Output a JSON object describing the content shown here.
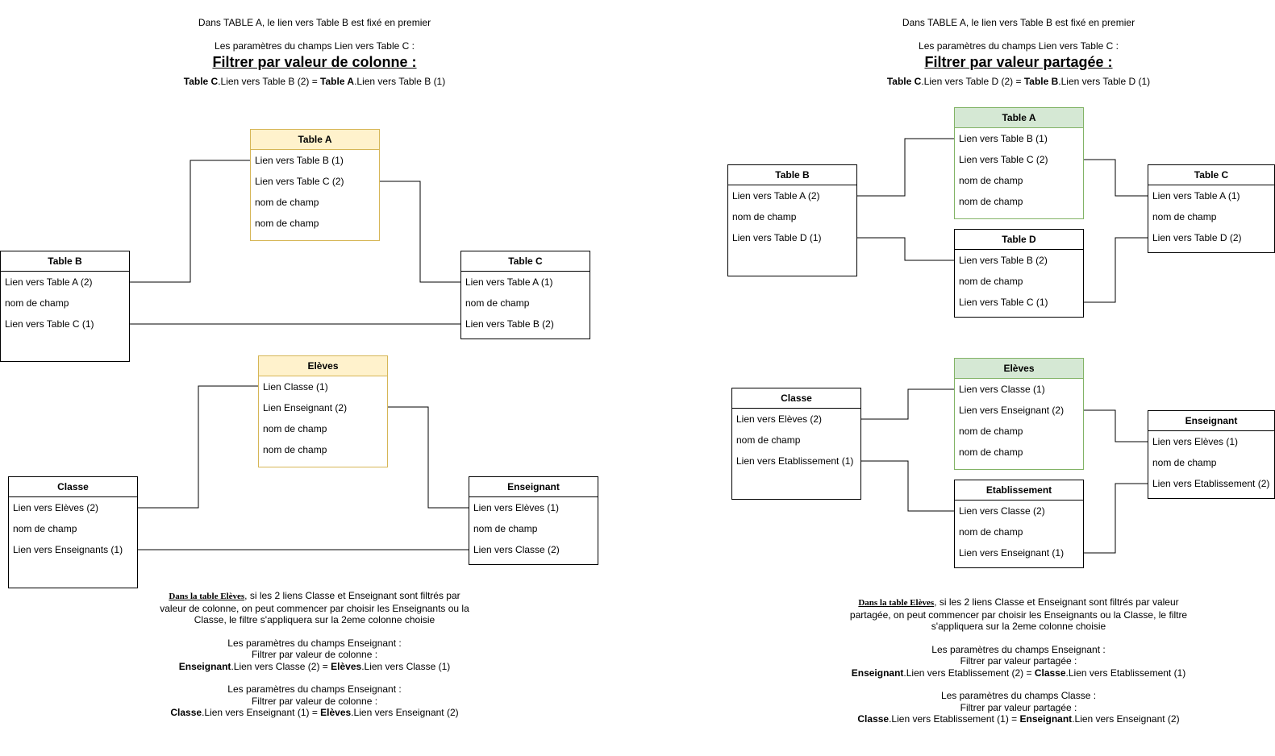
{
  "left": {
    "top_text": {
      "line1": "Dans TABLE A, le lien vers Table B est fixé en premier",
      "line2": "Les paramètres du champs Lien vers Table C :",
      "heading": "Filtrer par valeur de colonne :",
      "formula_b1": "Table C",
      "formula_t1": ".Lien vers Table B (2) = ",
      "formula_b2": "Table A",
      "formula_t2": ".Lien vers Table B (1)"
    },
    "table_a": {
      "title": "Table A",
      "rows": [
        "Lien vers Table B (1)",
        "Lien vers Table C (2)",
        "nom de champ",
        "nom de champ"
      ]
    },
    "table_b": {
      "title": "Table B",
      "rows": [
        "Lien vers Table A (2)",
        "nom de champ",
        "Lien vers Table C (1)"
      ]
    },
    "table_c": {
      "title": "Table C",
      "rows": [
        "Lien vers Table A (1)",
        "nom de champ",
        "Lien vers Table B (2)"
      ]
    },
    "eleves": {
      "title": "Elèves",
      "rows": [
        "Lien Classe (1)",
        "Lien Enseignant (2)",
        "nom de champ",
        "nom de champ"
      ]
    },
    "classe": {
      "title": "Classe",
      "rows": [
        "Lien vers Elèves (2)",
        "nom de champ",
        "Lien vers Enseignants (1)"
      ]
    },
    "enseignant": {
      "title": "Enseignant",
      "rows": [
        "Lien vers Elèves (1)",
        "nom de champ",
        "Lien vers Classe (2)"
      ]
    },
    "note": {
      "intro_bold": "Dans la table Elèves",
      "intro_l1": ", si les 2 liens Classe et Enseignant sont filtrés par",
      "intro_l2": "valeur de colonne, on peut commencer par choisir les Enseignants ou la",
      "intro_l3": "Classe, le filtre s'appliquera sur la 2eme colonne choisie",
      "p1_l1": "Les paramètres du champs Enseignant :",
      "p1_l2": "Filtrer par valeur de colonne :",
      "p1_b1": "Enseignant",
      "p1_t1": ".Lien vers Classe (2) = ",
      "p1_b2": "Elèves",
      "p1_t2": ".Lien vers Classe (1)",
      "p2_l1": "Les paramètres du champs Enseignant :",
      "p2_l2": "Filtrer par valeur de colonne :",
      "p2_b1": "Classe",
      "p2_t1": ".Lien vers Enseignant (1) = ",
      "p2_b2": "Elèves",
      "p2_t2": ".Lien vers Enseignant (2)"
    }
  },
  "right": {
    "top_text": {
      "line1": "Dans TABLE A, le lien vers Table B est fixé en premier",
      "line2": "Les paramètres du champs Lien vers Table C :",
      "heading": "Filtrer par valeur partagée :",
      "formula_b1": "Table C",
      "formula_t1": ".Lien vers Table D (2) = ",
      "formula_b2": "Table B",
      "formula_t2": ".Lien vers Table D (1)"
    },
    "table_a": {
      "title": "Table A",
      "rows": [
        "Lien vers Table B (1)",
        "Lien vers Table C (2)",
        "nom de champ",
        "nom de champ"
      ]
    },
    "table_b": {
      "title": "Table B",
      "rows": [
        "Lien vers Table A (2)",
        "nom de champ",
        "Lien vers Table D (1)"
      ]
    },
    "table_c": {
      "title": "Table C",
      "rows": [
        "Lien vers Table A (1)",
        "nom de champ",
        "Lien vers Table D (2)"
      ]
    },
    "table_d": {
      "title": "Table D",
      "rows": [
        "Lien vers Table B (2)",
        "nom de champ",
        "Lien vers Table C (1)"
      ]
    },
    "eleves": {
      "title": "Elèves",
      "rows": [
        "Lien vers Classe (1)",
        "Lien vers Enseignant (2)",
        "nom de champ",
        "nom de champ"
      ]
    },
    "classe": {
      "title": "Classe",
      "rows": [
        "Lien vers Elèves (2)",
        "nom de champ",
        "Lien vers Etablissement (1)"
      ]
    },
    "enseignant": {
      "title": "Enseignant",
      "rows": [
        "Lien vers Elèves (1)",
        "nom de champ",
        "Lien vers Etablissement (2)"
      ]
    },
    "etablissement": {
      "title": "Etablissement",
      "rows": [
        "Lien vers Classe (2)",
        "nom de champ",
        "Lien vers Enseignant (1)"
      ]
    },
    "note": {
      "intro_bold": "Dans la table Elèves",
      "intro_l1": ", si les 2 liens Classe et Enseignant sont filtrés par valeur",
      "intro_l2": "partagée, on peut commencer par choisir les Enseignants ou la Classe, le filtre",
      "intro_l3": "s'appliquera sur la 2eme colonne choisie",
      "p1_l1": "Les paramètres du champs Enseignant :",
      "p1_l2": "Filtrer par valeur partagée :",
      "p1_b1": "Enseignant",
      "p1_t1": ".Lien vers Etablissement (2) = ",
      "p1_b2": "Classe",
      "p1_t2": ".Lien vers Etablissement (1)",
      "p2_l1": "Les paramètres du champs Classe :",
      "p2_l2": "Filtrer par valeur partagée :",
      "p2_b1": "Classe",
      "p2_t1": ".Lien vers Etablissement (1) = ",
      "p2_b2": "Enseignant",
      "p2_t2": ".Lien vers Enseignant (2)"
    }
  }
}
